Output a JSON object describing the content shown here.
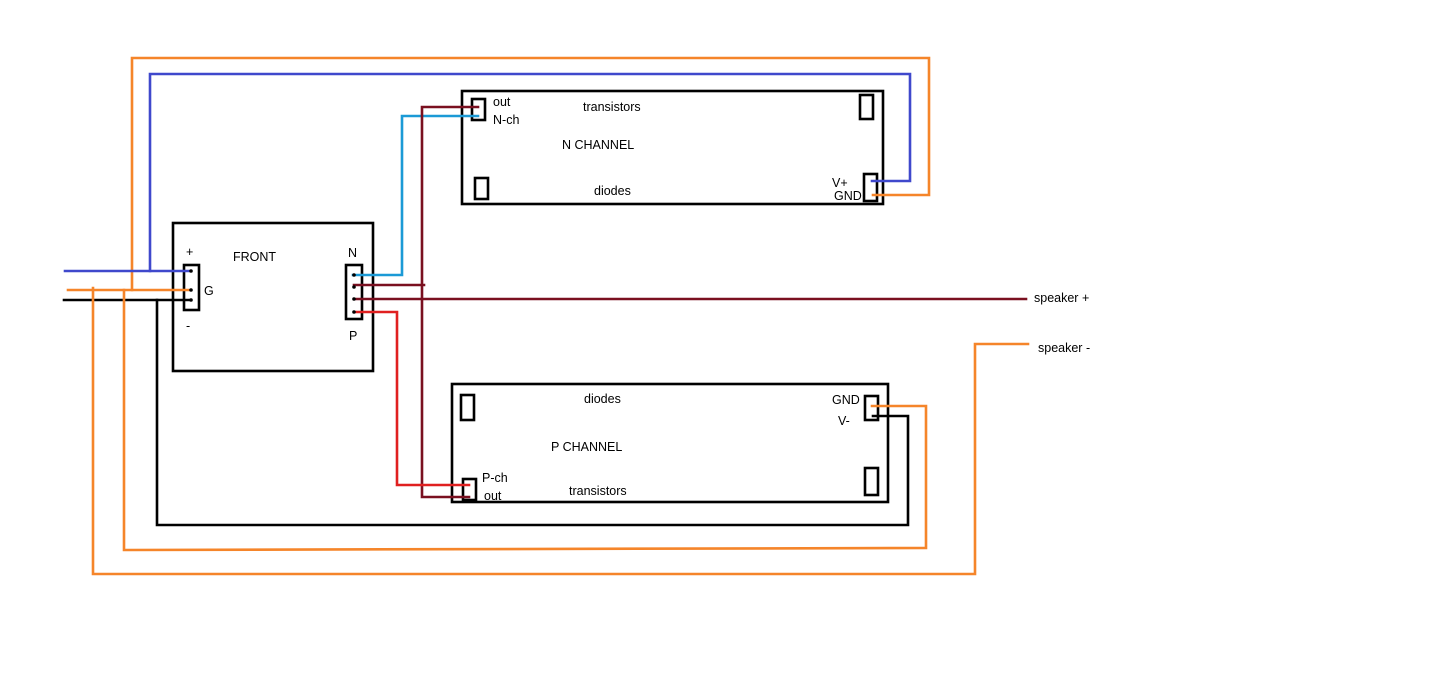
{
  "colors": {
    "orange": "#f5852a",
    "blue": "#3f48cc",
    "light_blue": "#1b9ad6",
    "dark_red": "#7a1020",
    "red": "#e02020",
    "black": "#000000"
  },
  "front_board": {
    "title": "FRONT",
    "plus": "+",
    "ground": "G",
    "minus": "-",
    "n_label": "N",
    "p_label": "P"
  },
  "n_channel_board": {
    "title": "N CHANNEL",
    "transistors": "transistors",
    "diodes": "diodes",
    "out": "out",
    "nch": "N-ch",
    "vplus": "V+",
    "gnd": "GND"
  },
  "p_channel_board": {
    "title": "P CHANNEL",
    "diodes": "diodes",
    "transistors": "transistors",
    "pch": "P-ch",
    "out": "out",
    "gnd": "GND",
    "vminus": "V-"
  },
  "speaker": {
    "plus": "speaker +",
    "minus": "speaker -"
  }
}
